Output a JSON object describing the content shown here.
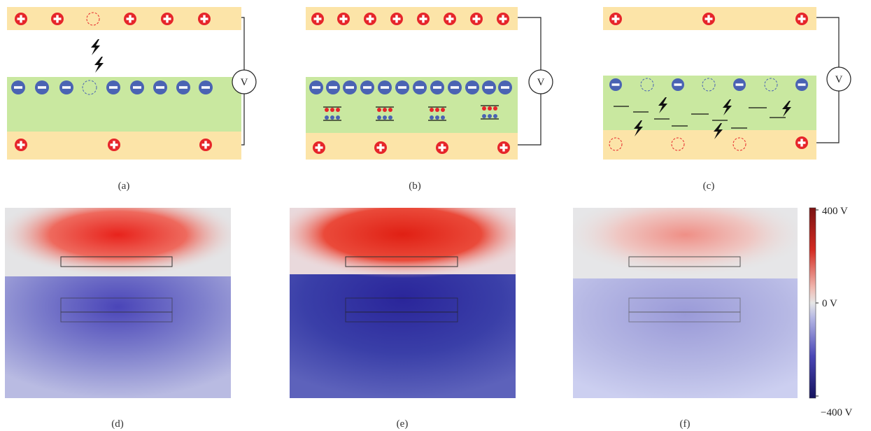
{
  "panels": [
    {
      "id": "a",
      "caption": "(a)"
    },
    {
      "id": "b",
      "caption": "(b)"
    },
    {
      "id": "c",
      "caption": "(c)"
    },
    {
      "id": "d",
      "caption": "(d)"
    },
    {
      "id": "e",
      "caption": "(e)"
    },
    {
      "id": "f",
      "caption": "(f)"
    }
  ],
  "voltmeter_label": "V",
  "colorbar": {
    "max_label": "400 V",
    "mid_label": "0 V",
    "min_label": "−400 V"
  },
  "colors": {
    "electrode": "#fce4a8",
    "dielectric": "#c9e8a0",
    "positive_charge": "#e6252a",
    "negative_charge": "#3f5fb0",
    "potential_high": "#8b1a1a",
    "potential_zero": "#e8e8e8",
    "potential_low": "#1c1a6e"
  },
  "field_intensity": [
    0.75,
    1.0,
    0.4
  ]
}
